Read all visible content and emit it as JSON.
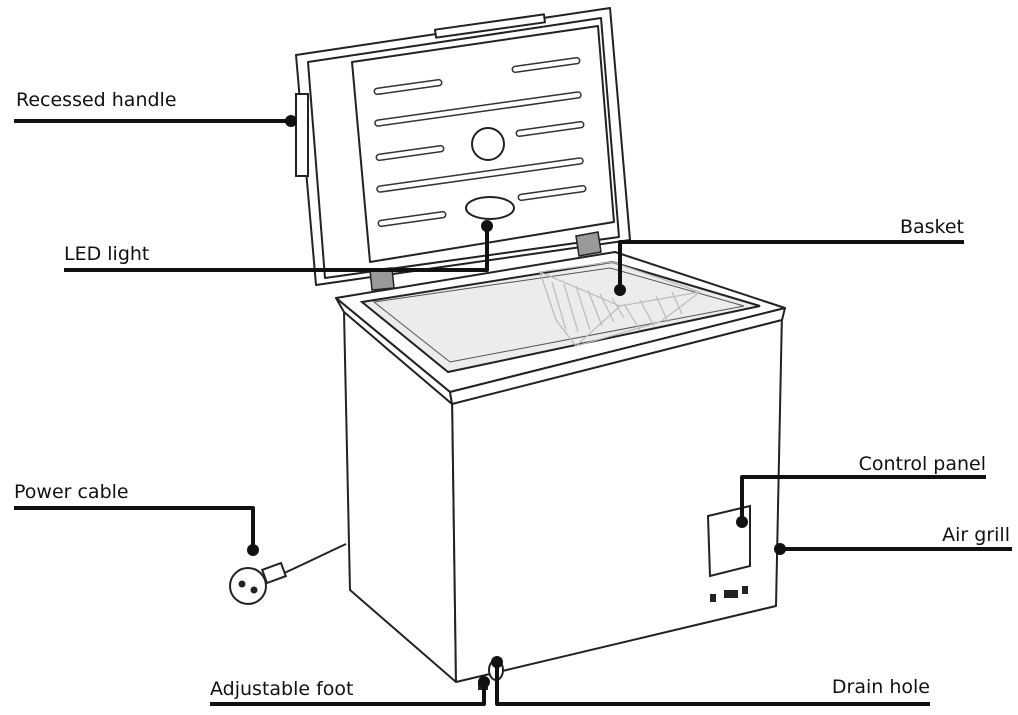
{
  "diagram": {
    "labels": {
      "recessed_handle": "Recessed handle",
      "led_light": "LED light",
      "basket": "Basket",
      "power_cable": "Power cable",
      "control_panel": "Control panel",
      "air_grill": "Air grill",
      "adjustable_foot": "Adjustable foot",
      "drain_hole": "Drain hole"
    },
    "colors": {
      "line": "#111111",
      "outline": "#222222",
      "cavity": "#ececec",
      "hinge": "#9a9a9a"
    }
  }
}
